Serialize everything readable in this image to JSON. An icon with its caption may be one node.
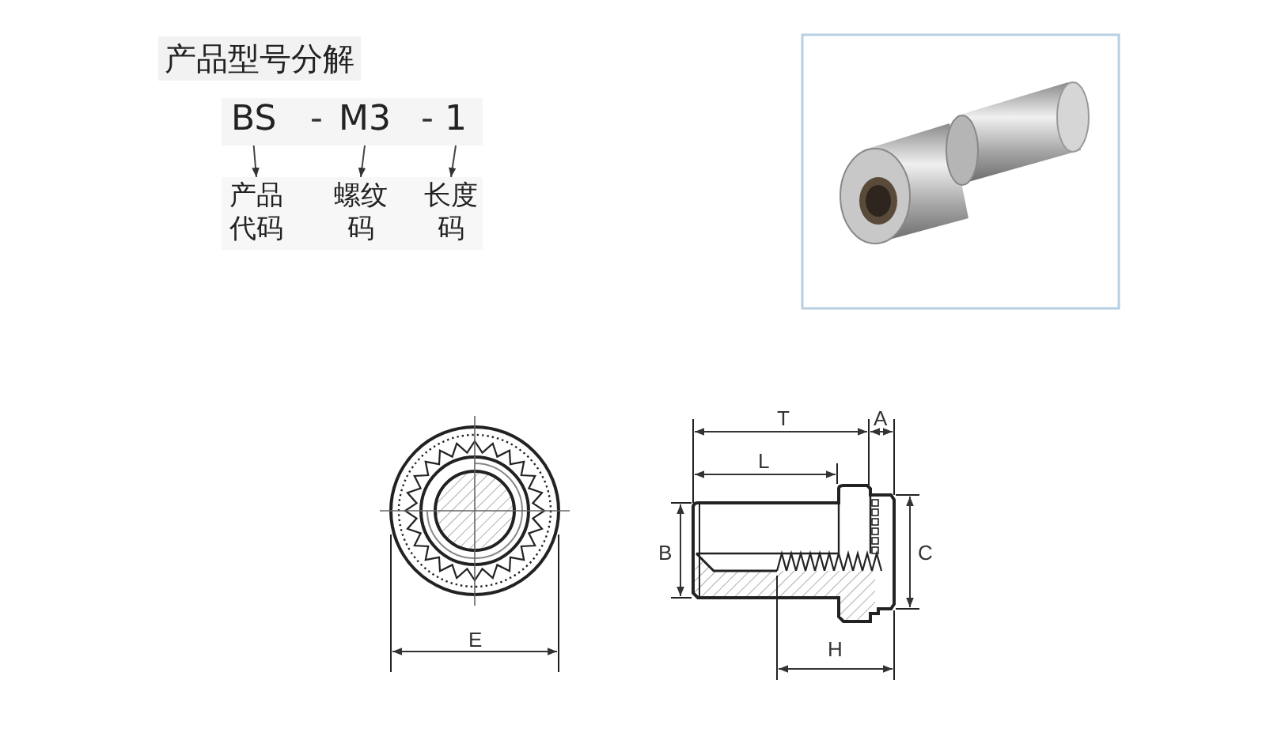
{
  "diagram": {
    "title": "产品型号分解",
    "nodes": [
      {
        "text": [
          "BS"
        ]
      },
      {
        "text": [
          "M3"
        ]
      },
      {
        "text": [
          "1"
        ]
      },
      {
        "text": [
          "产品代码"
        ]
      },
      {
        "text": [
          "螺纹码"
        ]
      },
      {
        "text": [
          "长度码"
        ]
      }
    ],
    "edges": [
      {
        "from": 0,
        "to": 3,
        "arrow": "to"
      },
      {
        "from": 1,
        "to": 4,
        "arrow": "to"
      },
      {
        "from": 2,
        "to": 5,
        "arrow": "to"
      }
    ],
    "labels": [
      "-",
      "-",
      "E",
      "T",
      "A",
      "L",
      "B",
      "C",
      "H"
    ]
  }
}
